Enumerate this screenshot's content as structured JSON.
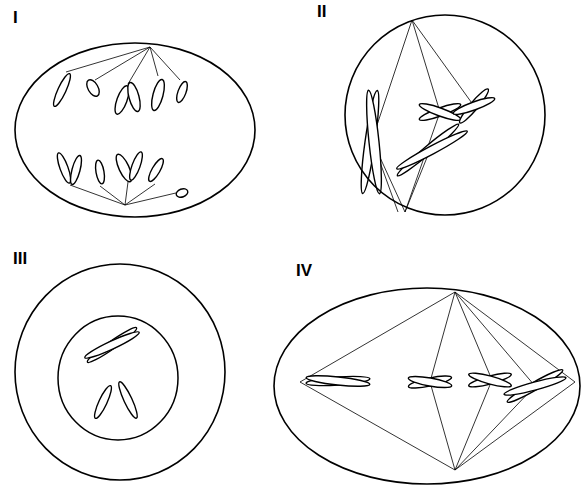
{
  "diagram": {
    "nodes": [
      {
        "text": [
          "I"
        ]
      },
      {
        "text": [
          "II"
        ]
      },
      {
        "text": [
          "III"
        ]
      },
      {
        "text": [
          "IV"
        ]
      }
    ]
  }
}
